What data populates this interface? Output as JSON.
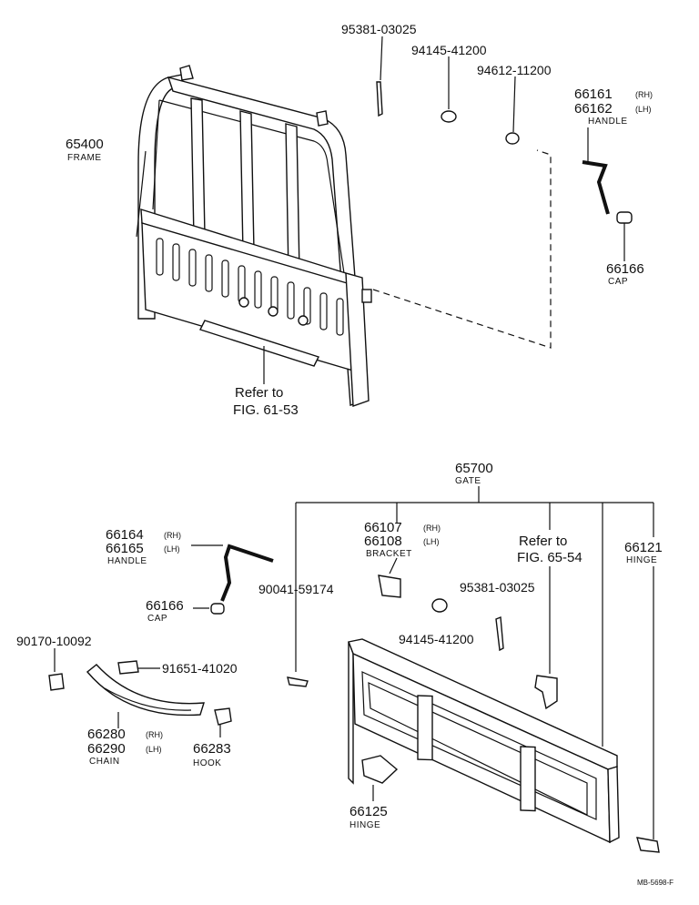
{
  "labels": {
    "p95381_top": "95381-03025",
    "p94145_top": "94145-41200",
    "p94612": "94612-11200",
    "p66161": "66161",
    "p66161_side": "(RH)",
    "p66162": "66162",
    "p66162_side": "(LH)",
    "handle_top": "HANDLE",
    "p65400": "65400",
    "frame": "FRAME",
    "p66166_top": "66166",
    "cap_top": "CAP",
    "refer_top_1": "Refer to",
    "refer_top_2": "FIG. 61-53",
    "p65700": "65700",
    "gate": "GATE",
    "p66107": "66107",
    "p66107_side": "(RH)",
    "p66108": "66108",
    "p66108_side": "(LH)",
    "bracket": "BRACKET",
    "refer_bot_1": "Refer to",
    "refer_bot_2": "FIG. 65-54",
    "p66121": "66121",
    "hinge_right": "HINGE",
    "p66164": "66164",
    "p66164_side": "(RH)",
    "p66165": "66165",
    "p66165_side": "(LH)",
    "handle_bot": "HANDLE",
    "p90041": "90041-59174",
    "p95381_bot": "95381-03025",
    "p66166_bot": "66166",
    "cap_bot": "CAP",
    "p94145_bot": "94145-41200",
    "p90170": "90170-10092",
    "p91651": "91651-41020",
    "p66280": "66280",
    "p66280_side": "(RH)",
    "p66290": "66290",
    "p66290_side": "(LH)",
    "chain": "CHAIN",
    "p66283": "66283",
    "hook": "HOOK",
    "p66125": "66125",
    "hinge_bot": "HINGE",
    "footer": "MB-5698-F"
  }
}
